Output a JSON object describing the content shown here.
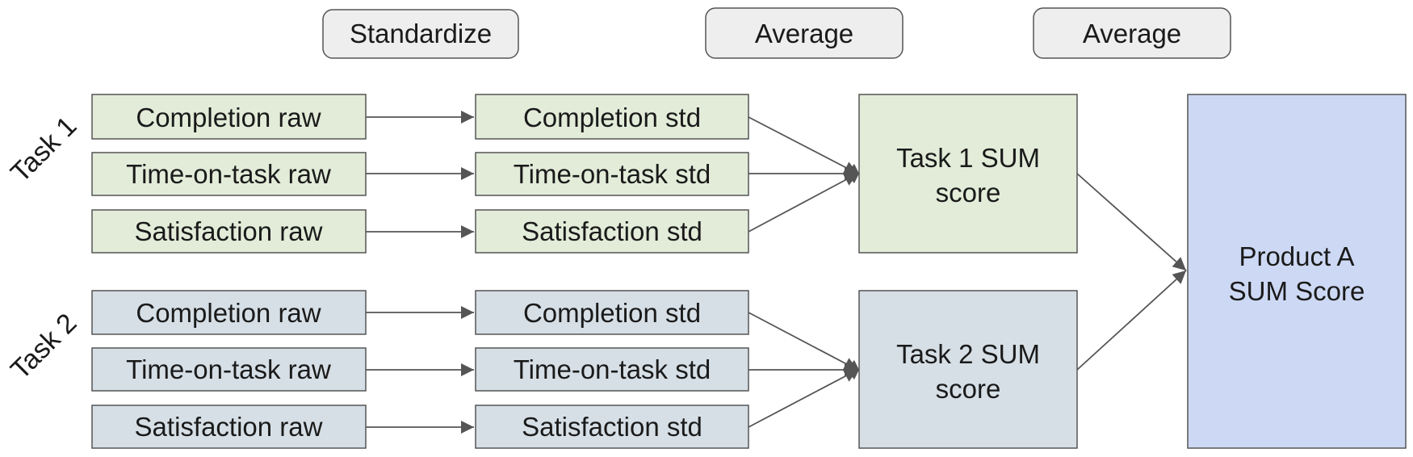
{
  "headers": {
    "standardize": "Standardize",
    "average_1": "Average",
    "average_2": "Average"
  },
  "task1": {
    "label": "Task 1",
    "raw": [
      "Completion raw",
      "Time-on-task raw",
      "Satisfaction raw"
    ],
    "std": [
      "Completion std",
      "Time-on-task std",
      "Satisfaction std"
    ],
    "sum_line1": "Task 1 SUM",
    "sum_line2": "score"
  },
  "task2": {
    "label": "Task 2",
    "raw": [
      "Completion raw",
      "Time-on-task raw",
      "Satisfaction raw"
    ],
    "std": [
      "Completion std",
      "Time-on-task std",
      "Satisfaction std"
    ],
    "sum_line1": "Task 2 SUM",
    "sum_line2": "score"
  },
  "product": {
    "line1": "Product A",
    "line2": "SUM Score"
  },
  "colors": {
    "task1_fill": "#e2ecd9",
    "task2_fill": "#d6dfe6",
    "product_fill": "#cdd9f4",
    "header_fill": "#eeeeee",
    "stroke": "#555555"
  }
}
